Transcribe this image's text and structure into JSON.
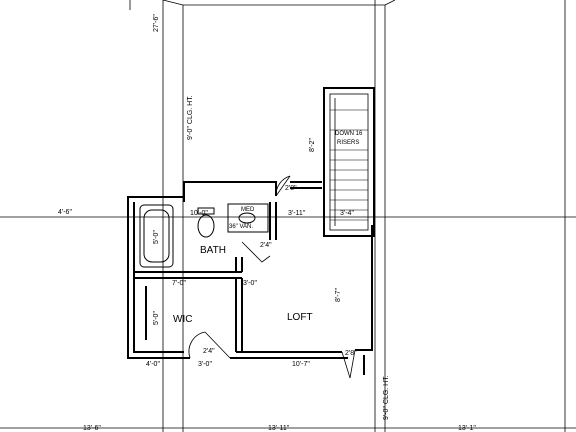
{
  "dimensions": {
    "top_height": "27'-6\"",
    "ceiling_upper": "9'-0\" CLG. HT.",
    "ceiling_lower": "9'-0\" CLG. HT.",
    "left_run": "4'-6\"",
    "bath_top": "10'-0\"",
    "bath_left_vert": "5'-0\"",
    "door_top": "2'8\"",
    "bath_door": "2'4\"",
    "hall_width": "3'-11\"",
    "stair_width": "3'-4\"",
    "stair_height": "8'-2\"",
    "wic_top": "7'-0\"",
    "closet_top": "3'-0\"",
    "wic_vert": "5'-0\"",
    "loft_vert": "8'-7\"",
    "wic_door": "2'4\"",
    "bottom_left": "4'-0\"",
    "bottom_mid": "3'-0\"",
    "loft_bottom": "10'-7\"",
    "loft_door": "2'8\"",
    "bottom_a": "13'-6\"",
    "bottom_b": "13'-11\"",
    "bottom_c": "13'-1\""
  },
  "labels": {
    "bath": "BATH",
    "loft": "LOFT",
    "wic": "WIC",
    "stair_line1": "DOWN 16",
    "stair_line2": "RISERS",
    "vanity": "36\" VAN.",
    "fixture": "MED"
  }
}
